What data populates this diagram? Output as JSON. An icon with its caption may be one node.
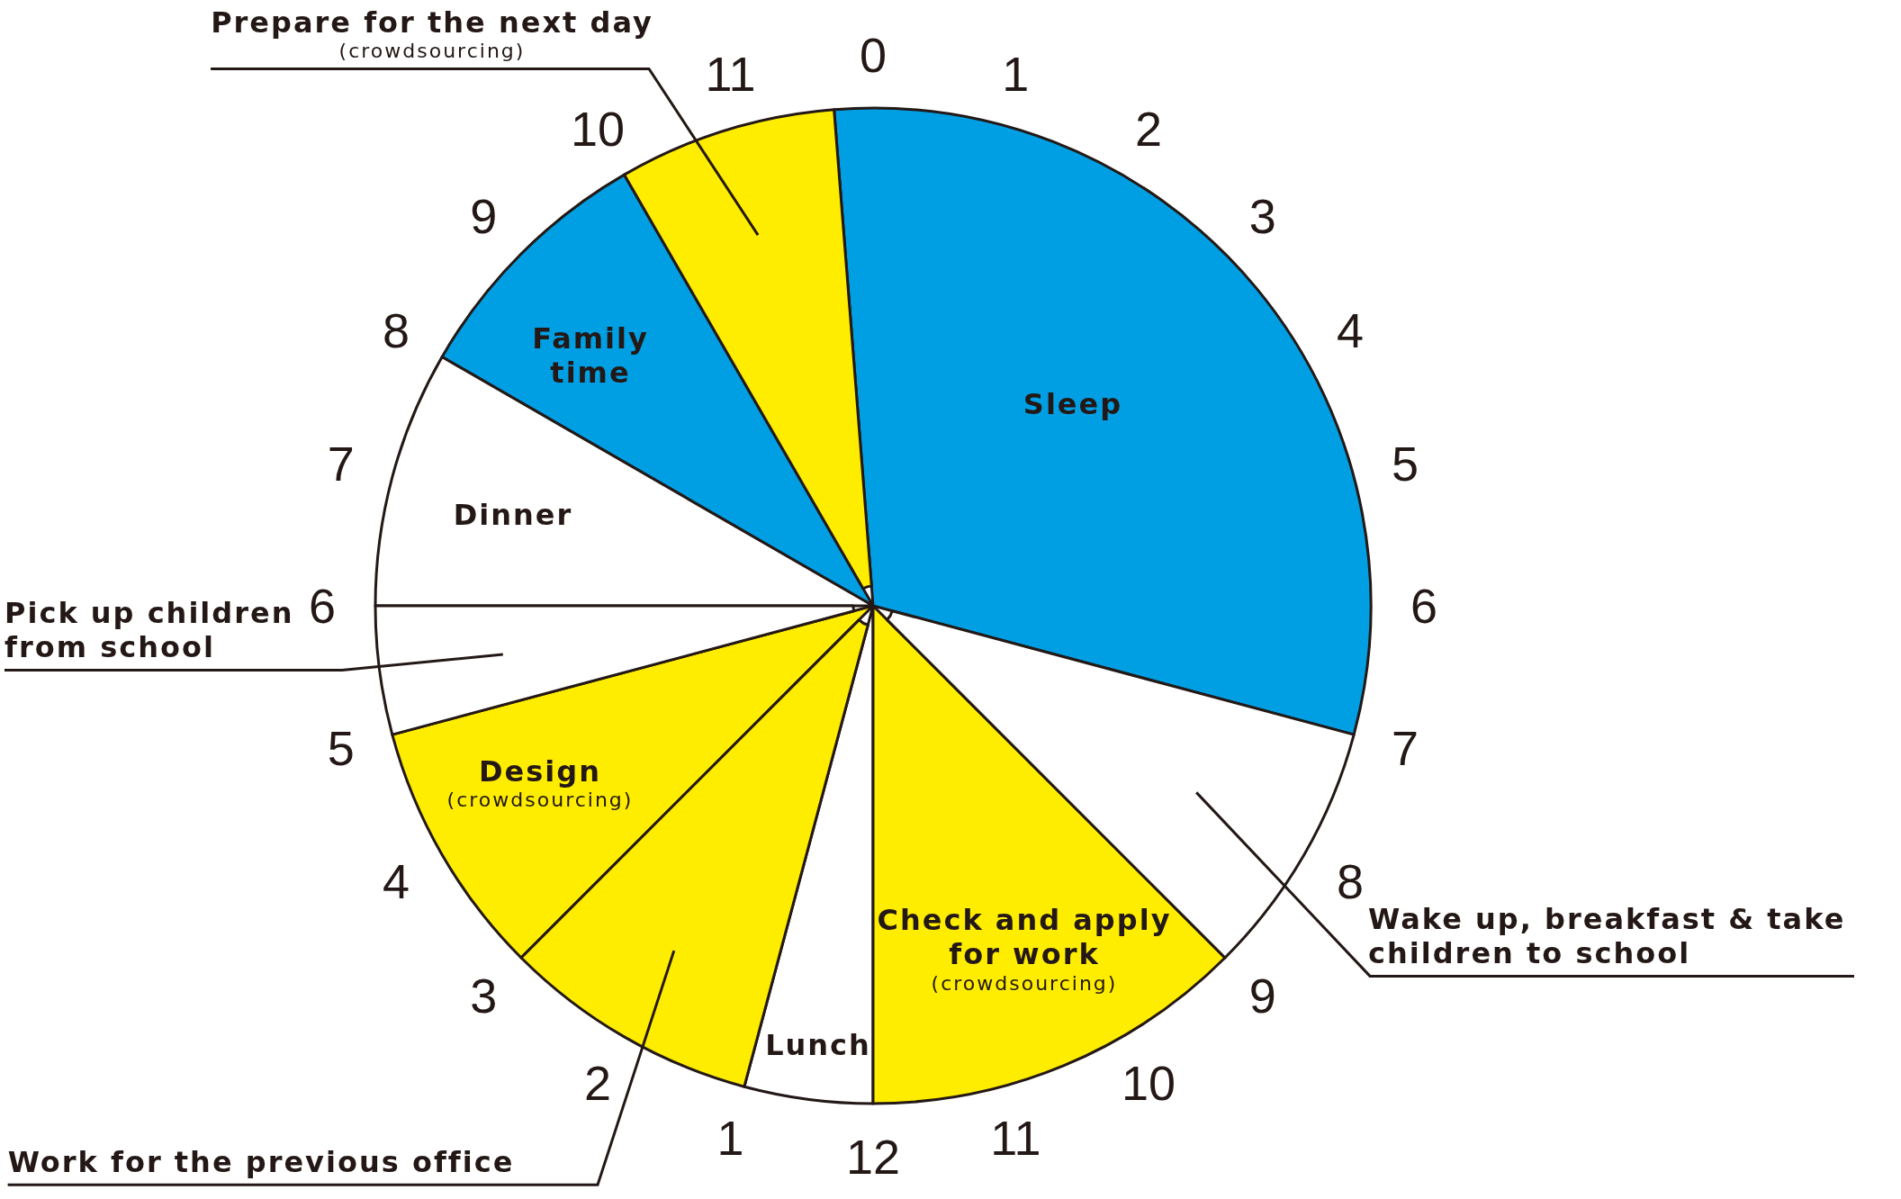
{
  "diagram": {
    "nodes": [
      {
        "text": [
          "Sleep"
        ]
      },
      {
        "text": [
          "Family time"
        ]
      },
      {
        "text": [
          "Dinner"
        ]
      },
      {
        "text": [
          "Design",
          "(crowdsourcing)"
        ]
      },
      {
        "text": [
          "Lunch"
        ]
      },
      {
        "text": [
          "Check and apply for work",
          "(crowdsourcing)"
        ]
      },
      {
        "text": [
          "Prepare for the next day",
          "(crowdsourcing)"
        ]
      },
      {
        "text": [],
        "shape": "wedge"
      },
      {
        "text": [
          "Pick up children from school"
        ]
      },
      {
        "text": [],
        "shape": "wedge"
      },
      {
        "text": [
          "Wake up, breakfast & take children to school"
        ]
      },
      {
        "text": [],
        "shape": "wedge"
      },
      {
        "text": [
          "Work for the previous office"
        ]
      },
      {
        "text": [],
        "shape": "wedge"
      }
    ],
    "edges": [
      {
        "from": 6,
        "to": 7,
        "arrow": "none"
      },
      {
        "from": 8,
        "to": 9,
        "arrow": "none"
      },
      {
        "from": 10,
        "to": 11,
        "arrow": "none"
      },
      {
        "from": 12,
        "to": 13,
        "arrow": "none"
      }
    ],
    "labels": [
      "0",
      "1",
      "2",
      "3",
      "4",
      "5",
      "6",
      "7",
      "8",
      "9",
      "10",
      "11",
      "12",
      "1",
      "2",
      "3",
      "4",
      "5",
      "6",
      "7",
      "8",
      "9",
      "10",
      "11"
    ]
  }
}
